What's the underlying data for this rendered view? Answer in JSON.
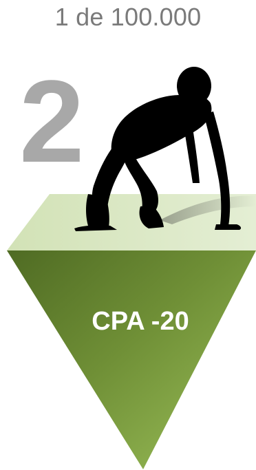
{
  "header": {
    "odds_text": "1 de 100.000"
  },
  "rank": {
    "number": "2",
    "color": "#a8a8a8"
  },
  "pyramid": {
    "label": "CPA -20",
    "top_face_color": "#d8e6bf",
    "body_color_light": "#93b84f",
    "body_color_dark": "#4f6b23"
  },
  "figure": {
    "icon": "runner-start-icon",
    "color": "#000000"
  }
}
